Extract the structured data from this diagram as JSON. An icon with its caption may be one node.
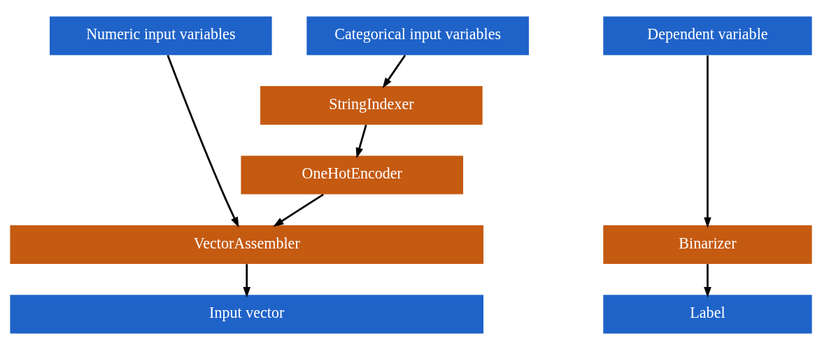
{
  "diagram": {
    "nodes": [
      {
        "text": [
          "Numeric input variables"
        ]
      },
      {
        "text": [
          "Categorical input variables"
        ]
      },
      {
        "text": [
          "StringIndexer"
        ]
      },
      {
        "text": [
          "OneHotEncoder"
        ]
      },
      {
        "text": [
          "VectorAssembler"
        ]
      },
      {
        "text": [
          "Input vector"
        ]
      },
      {
        "text": [
          "Dependent variable"
        ]
      },
      {
        "text": [
          "Binarizer"
        ]
      },
      {
        "text": [
          "Label"
        ]
      }
    ],
    "edges": [
      {
        "from": 1,
        "to": 2,
        "arrow": "to"
      },
      {
        "from": 2,
        "to": 3,
        "arrow": "to"
      },
      {
        "from": 0,
        "to": 4,
        "arrow": "to"
      },
      {
        "from": 3,
        "to": 4,
        "arrow": "to"
      },
      {
        "from": 4,
        "to": 5,
        "arrow": "to"
      },
      {
        "from": 6,
        "to": 7,
        "arrow": "to"
      },
      {
        "from": 7,
        "to": 8,
        "arrow": "to"
      }
    ]
  }
}
